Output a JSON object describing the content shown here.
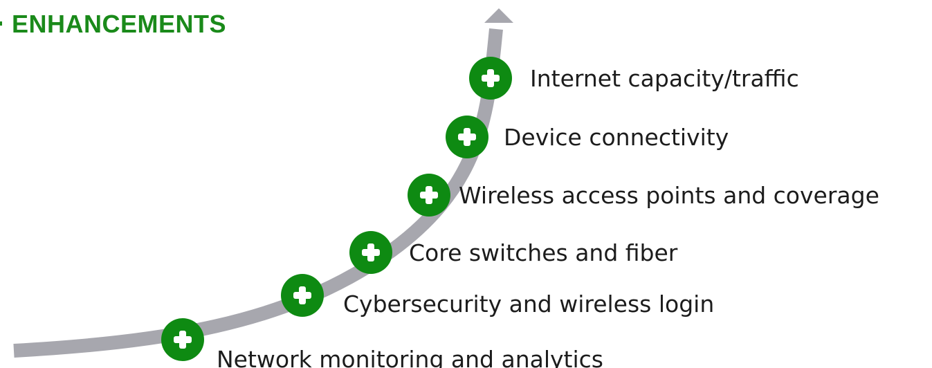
{
  "title": {
    "text": "ENHANCEMENTS"
  },
  "colors": {
    "accent_green": "#1a8a1a",
    "badge_green": "#0e8a12",
    "curve_gray": "#a7a7ae",
    "text_dark": "#1c1c1c"
  },
  "icons": {
    "badge": "plus-icon",
    "arrow": "arrow-up-icon"
  },
  "steps": [
    {
      "label": "Network monitoring and analytics"
    },
    {
      "label": "Cybersecurity and wireless login"
    },
    {
      "label": "Core switches and fiber"
    },
    {
      "label": "Wireless access points and coverage"
    },
    {
      "label": "Device connectivity"
    },
    {
      "label": "Internet capacity/traffic"
    }
  ]
}
